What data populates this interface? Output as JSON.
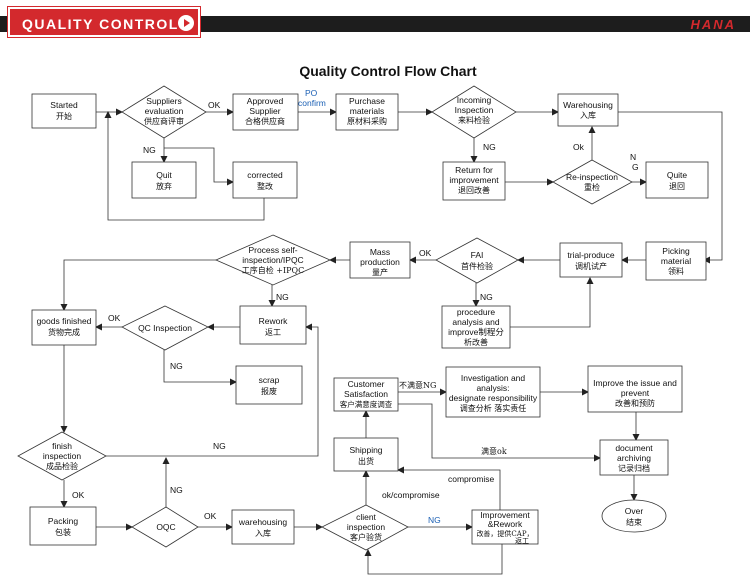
{
  "header": {
    "badge": "QUALITY CONTROL",
    "brand": "HANA",
    "accent_color": "#d3292d",
    "bar_color": "#1d1d1d",
    "play_icon": "play-circle-icon"
  },
  "diagram": {
    "title": "Quality Control Flow Chart",
    "nodes": {
      "started": {
        "en": "Started",
        "cn": "开始"
      },
      "suppliers_eval": {
        "en1": "Suppliers",
        "en2": "evaluation",
        "cn": "供应商评审"
      },
      "approved": {
        "en1": "Approved",
        "en2": "Supplier",
        "cn": "合格供应商"
      },
      "purchase": {
        "en1": "Purchase",
        "en2": "materials",
        "cn": "原材料采购"
      },
      "incoming": {
        "en1": "Incoming",
        "en2": "Inspection",
        "cn": "来料检验"
      },
      "warehousing1": {
        "en": "Warehousing",
        "cn": "入库"
      },
      "quit": {
        "en": "Quit",
        "cn": "放弃"
      },
      "corrected": {
        "en": "corrected",
        "cn": "整改"
      },
      "return": {
        "en1": "Return for",
        "en2": "improvement",
        "cn": "退回改善"
      },
      "reinspection": {
        "en": "Re-inspection",
        "cn": "重检"
      },
      "quite": {
        "en": "Quite",
        "cn": "退回"
      },
      "picking": {
        "en1": "Picking",
        "en2": "material",
        "cn": "领料"
      },
      "trial": {
        "en": "trial-produce",
        "cn": "调机试产"
      },
      "fai": {
        "en": "FAI",
        "cn": "首件检验"
      },
      "mass": {
        "en1": "Mass",
        "en2": "production",
        "cn": "量产"
      },
      "process": {
        "en1": "Process self-",
        "en2": "inspection/IPQC",
        "en3": "工序自检 +IPQC"
      },
      "procedure": {
        "en1": "procedure",
        "en2": "analysis and",
        "en3": "improve制程分",
        "cn": "析改善"
      },
      "rework": {
        "en": "Rework",
        "cn": "返工"
      },
      "qc": {
        "en": "QC Inspection"
      },
      "goods": {
        "en": "goods finished",
        "cn": "货物完成"
      },
      "scrap": {
        "en": "scrap",
        "cn": "报废"
      },
      "finish": {
        "en1": "finish",
        "en2": "inspection",
        "cn": "成品检验"
      },
      "customer": {
        "en1": "Customer",
        "en2": "Satisfaction",
        "cn": "客户满意度调查"
      },
      "investigation": {
        "en1": "Investigation and",
        "en2": "analysis:",
        "en3": "designate responsibility",
        "cn": "调查分析 落实责任"
      },
      "improve_issue": {
        "en1": "Improve the issue and",
        "en2": "prevent",
        "cn": "改善和预防"
      },
      "document": {
        "en1": "document",
        "en2": "archiving",
        "cn": "记录归档"
      },
      "over": {
        "en": "Over",
        "cn": "结束"
      },
      "shipping": {
        "en": "Shipping",
        "cn": "出货"
      },
      "packing": {
        "en": "Packing",
        "cn": "包装"
      },
      "oqc": {
        "en": "OQC"
      },
      "warehousing2": {
        "en": "warehousing",
        "cn": "入库"
      },
      "client": {
        "en1": "client",
        "en2": "inspection",
        "cn": "客户验货"
      },
      "improvement": {
        "en1": "Improvement",
        "en2": "&Rework",
        "cn": "改善，提供CAP，",
        "cn2": "返工"
      }
    },
    "edges": {
      "ok1": "OK",
      "po": "PO",
      "confirm": "confirm",
      "ng1": "NG",
      "ng2": "NG",
      "ok2": "Ok",
      "ng3a": "N",
      "ng3b": "G",
      "ok3": "OK",
      "ng4": "NG",
      "ng5": "NG",
      "ok4": "OK",
      "ng6": "NG",
      "ng7": "NG",
      "ng8": "NG",
      "ok5": "OK",
      "ok6": "OK",
      "unsat": "不满意NG",
      "sat": "满意ok",
      "compromise": "compromise",
      "okcomp": "ok/compromise",
      "ng9": "NG"
    }
  }
}
